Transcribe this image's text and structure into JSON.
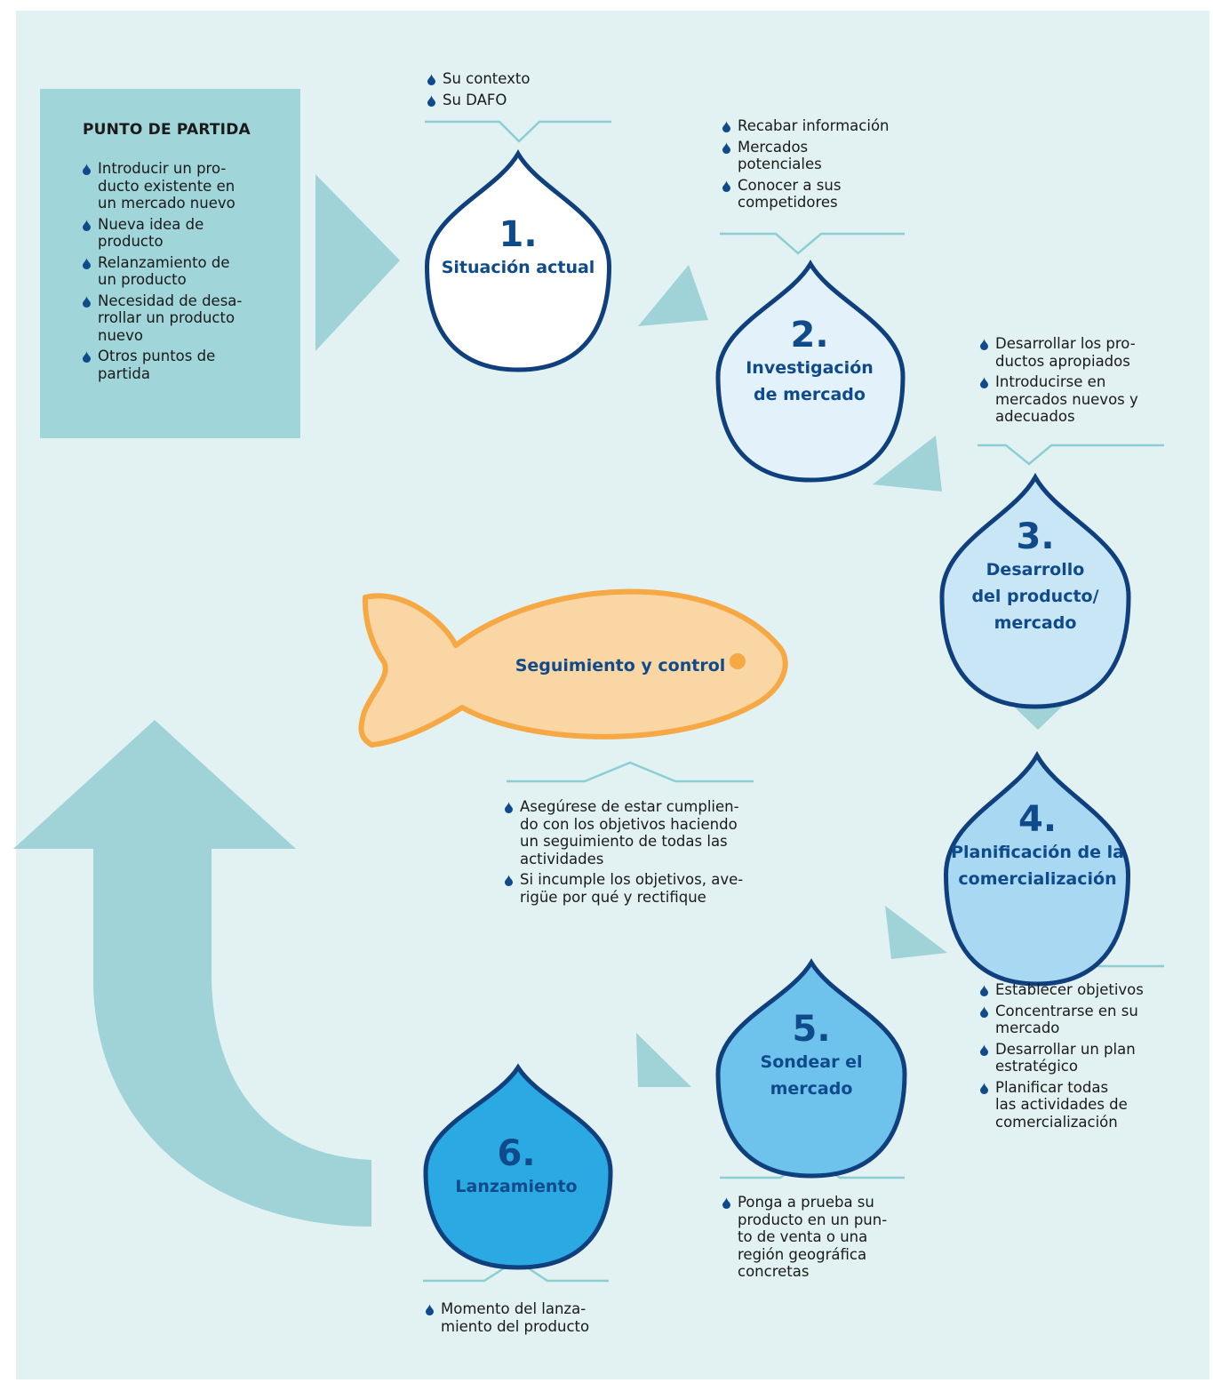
{
  "colors": {
    "background": "#e2f1f2",
    "start_box": "#a0d5d9",
    "arrow": "#9fd3d8",
    "drop_outline": "#0f3f7c",
    "drop_text": "#0f4a8a",
    "bullet": "#0f4a8a",
    "fish_fill": "#fad6a5",
    "fish_outline": "#f5a843",
    "drop_fills": [
      "#ffffff",
      "#e3f1fb",
      "#c9e6f7",
      "#a8d8f2",
      "#6ec3ec",
      "#2aa9e2"
    ]
  },
  "start": {
    "title": "PUNTO DE PARTIDA",
    "items": [
      "Introducir un pro-\nducto existente en\nun mercado nuevo",
      "Nueva idea de\nproducto",
      "Relanzamiento de\nun producto",
      "Necesidad de desa-\nrrollar un producto\nnuevo",
      "Otros puntos de\npartida"
    ]
  },
  "steps": [
    {
      "number": "1.",
      "name": "Situación actual",
      "notes": [
        "Su contexto",
        "Su DAFO"
      ]
    },
    {
      "number": "2.",
      "name": "Investigación\nde mercado",
      "notes": [
        "Recabar información",
        "Mercados\npotenciales",
        "Conocer a sus\ncompetidores"
      ]
    },
    {
      "number": "3.",
      "name": "Desarrollo\ndel producto/\nmercado",
      "notes": [
        "Desarrollar los pro-\nductos apropiados",
        "Introducirse en\nmercados nuevos y\nadecuados"
      ]
    },
    {
      "number": "4.",
      "name": "Planificación de la\ncomercialización",
      "notes": [
        "Establecer objetivos",
        "Concentrarse en su\nmercado",
        "Desarrollar un plan\nestratégico",
        "Planificar todas\nlas actividades de\ncomercialización"
      ]
    },
    {
      "number": "5.",
      "name": "Sondear el\nmercado",
      "notes": [
        "Ponga a prueba su\nproducto en un pun-\nto de venta o una\nregión geográfica\nconcretas"
      ]
    },
    {
      "number": "6.",
      "name": "Lanzamiento",
      "notes": [
        "Momento del lanza-\nmiento del producto"
      ]
    }
  ],
  "monitoring": {
    "name": "Seguimiento y control",
    "notes": [
      "Asegúrese de estar cumplien-\ndo con los objetivos haciendo\nun seguimiento de todas las\nactividades",
      "Si incumple los objetivos, ave-\nrigüe por qué y rectifique"
    ]
  }
}
